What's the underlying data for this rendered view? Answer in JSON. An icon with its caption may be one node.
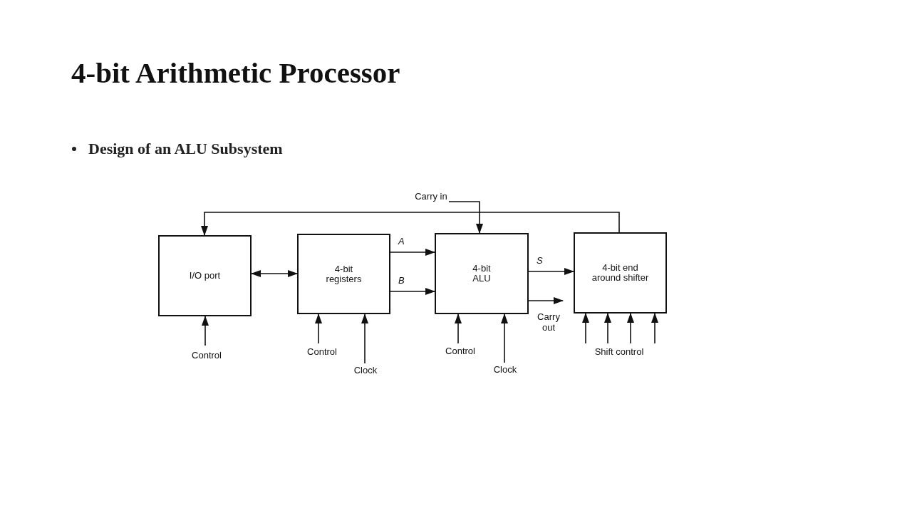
{
  "diagram": {
    "title": "4-bit Arithmetic Processor",
    "nodes": [
      {
        "text": [
          "I/O port"
        ]
      },
      {
        "text": [
          "4-bit registers"
        ]
      },
      {
        "text": [
          "4-bit ALU"
        ]
      },
      {
        "text": [
          "4-bit end around shifter"
        ]
      },
      {
        "text": [
          "Carry in"
        ]
      },
      {
        "text": [
          "Control"
        ]
      },
      {
        "text": [
          "Control"
        ]
      },
      {
        "text": [
          "Clock"
        ]
      },
      {
        "text": [
          "Control"
        ]
      },
      {
        "text": [
          "Clock"
        ]
      },
      {
        "text": [
          "Carry out"
        ]
      },
      {
        "text": [
          "Shift control"
        ]
      }
    ],
    "edges": [
      {
        "from": 3,
        "to": 0,
        "arrow": "to"
      },
      {
        "from": 4,
        "to": 2,
        "arrow": "to"
      },
      {
        "from": 0,
        "to": 1,
        "arrow": "both"
      },
      {
        "from": 1,
        "to": 2,
        "arrow": "to",
        "label": "A"
      },
      {
        "from": 1,
        "to": 2,
        "arrow": "to",
        "label": "B"
      },
      {
        "from": 2,
        "to": 3,
        "arrow": "to",
        "label": "S"
      },
      {
        "from": 2,
        "to": 10,
        "arrow": "to"
      },
      {
        "from": 5,
        "to": 0,
        "arrow": "to"
      },
      {
        "from": 6,
        "to": 1,
        "arrow": "to"
      },
      {
        "from": 7,
        "to": 1,
        "arrow": "to"
      },
      {
        "from": 8,
        "to": 2,
        "arrow": "to"
      },
      {
        "from": 9,
        "to": 2,
        "arrow": "to"
      },
      {
        "from": 11,
        "to": 3,
        "arrow": "to"
      },
      {
        "from": 11,
        "to": 3,
        "arrow": "to"
      },
      {
        "from": 11,
        "to": 3,
        "arrow": "to"
      },
      {
        "from": 11,
        "to": 3,
        "arrow": "to"
      }
    ],
    "labels": [
      "Design of an ALU Subsystem"
    ]
  }
}
